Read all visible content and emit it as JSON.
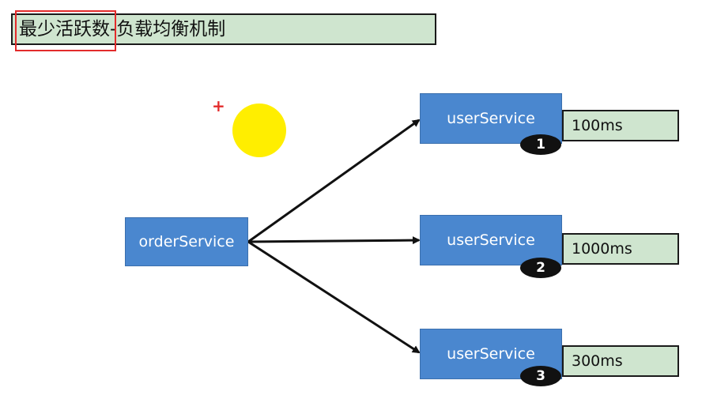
{
  "title": "最少活跃数-负载均衡机制",
  "source_node": {
    "label": "orderService"
  },
  "targets": [
    {
      "label": "userService",
      "latency": "100ms",
      "badge": "1"
    },
    {
      "label": "userService",
      "latency": "1000ms",
      "badge": "2"
    },
    {
      "label": "userService",
      "latency": "300ms",
      "badge": "3"
    }
  ],
  "colors": {
    "node_fill": "#4a87cf",
    "latency_fill": "#cfe5cf",
    "highlight": "#e32b2b",
    "sun": "#ffee00"
  }
}
